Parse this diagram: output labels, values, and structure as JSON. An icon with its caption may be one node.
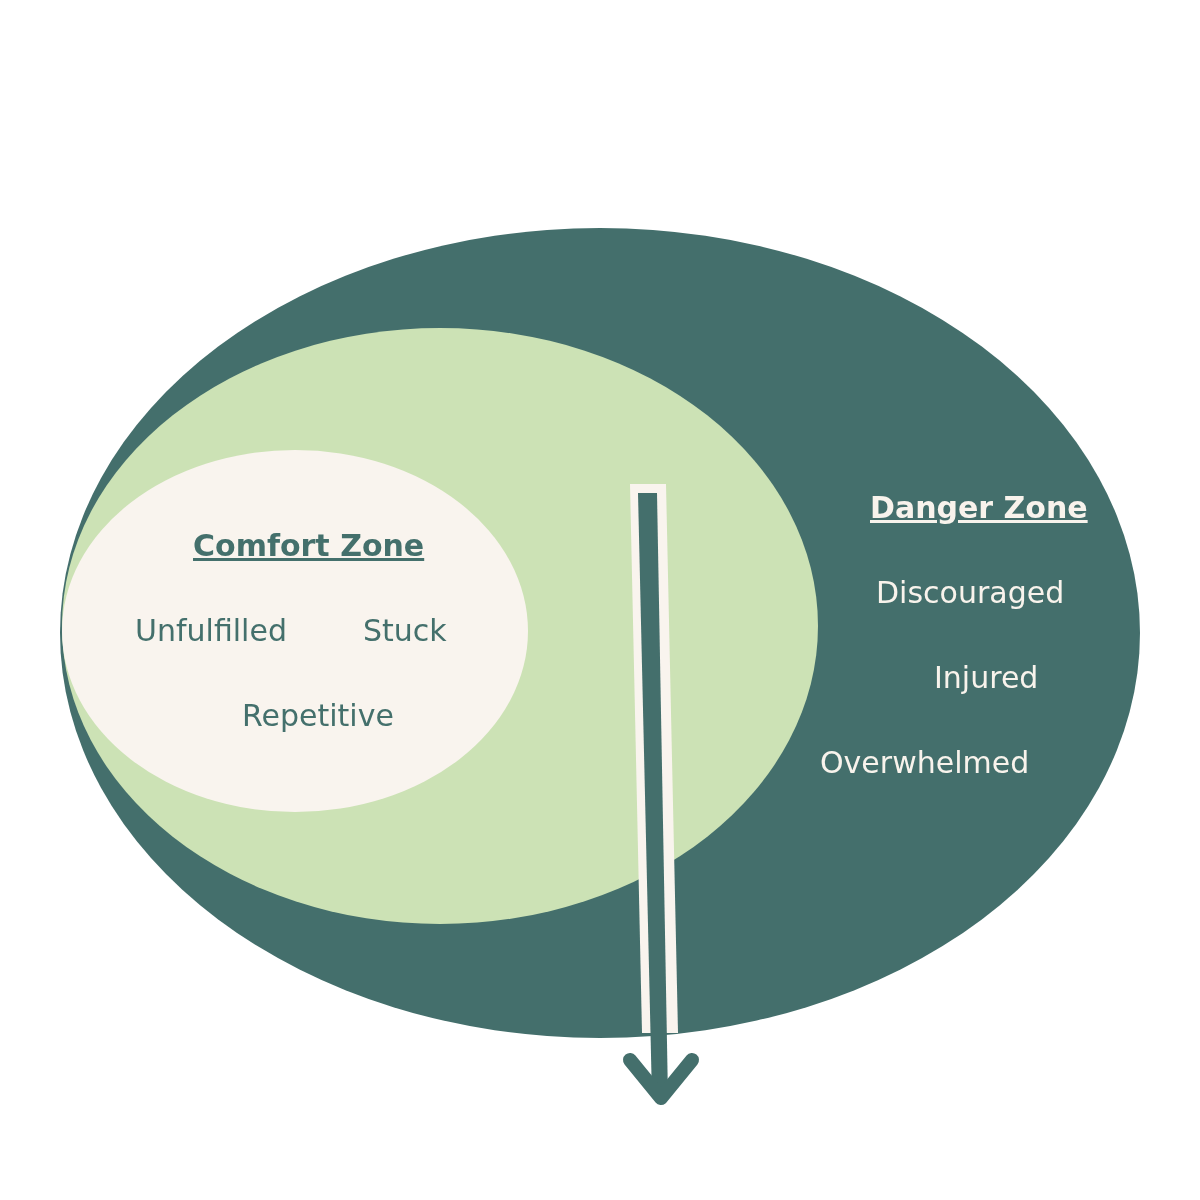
{
  "diagram": {
    "nodes": [
      {
        "text": [
          "Danger Zone",
          "Discouraged",
          "Injured",
          "Overwhelmed"
        ]
      },
      {
        "text": [],
        "shape": "circle",
        "in": 0
      },
      {
        "text": [
          "Comfort Zone",
          "Unfulfilled",
          "Stuck",
          "Repetitive"
        ],
        "in": 1
      }
    ]
  }
}
